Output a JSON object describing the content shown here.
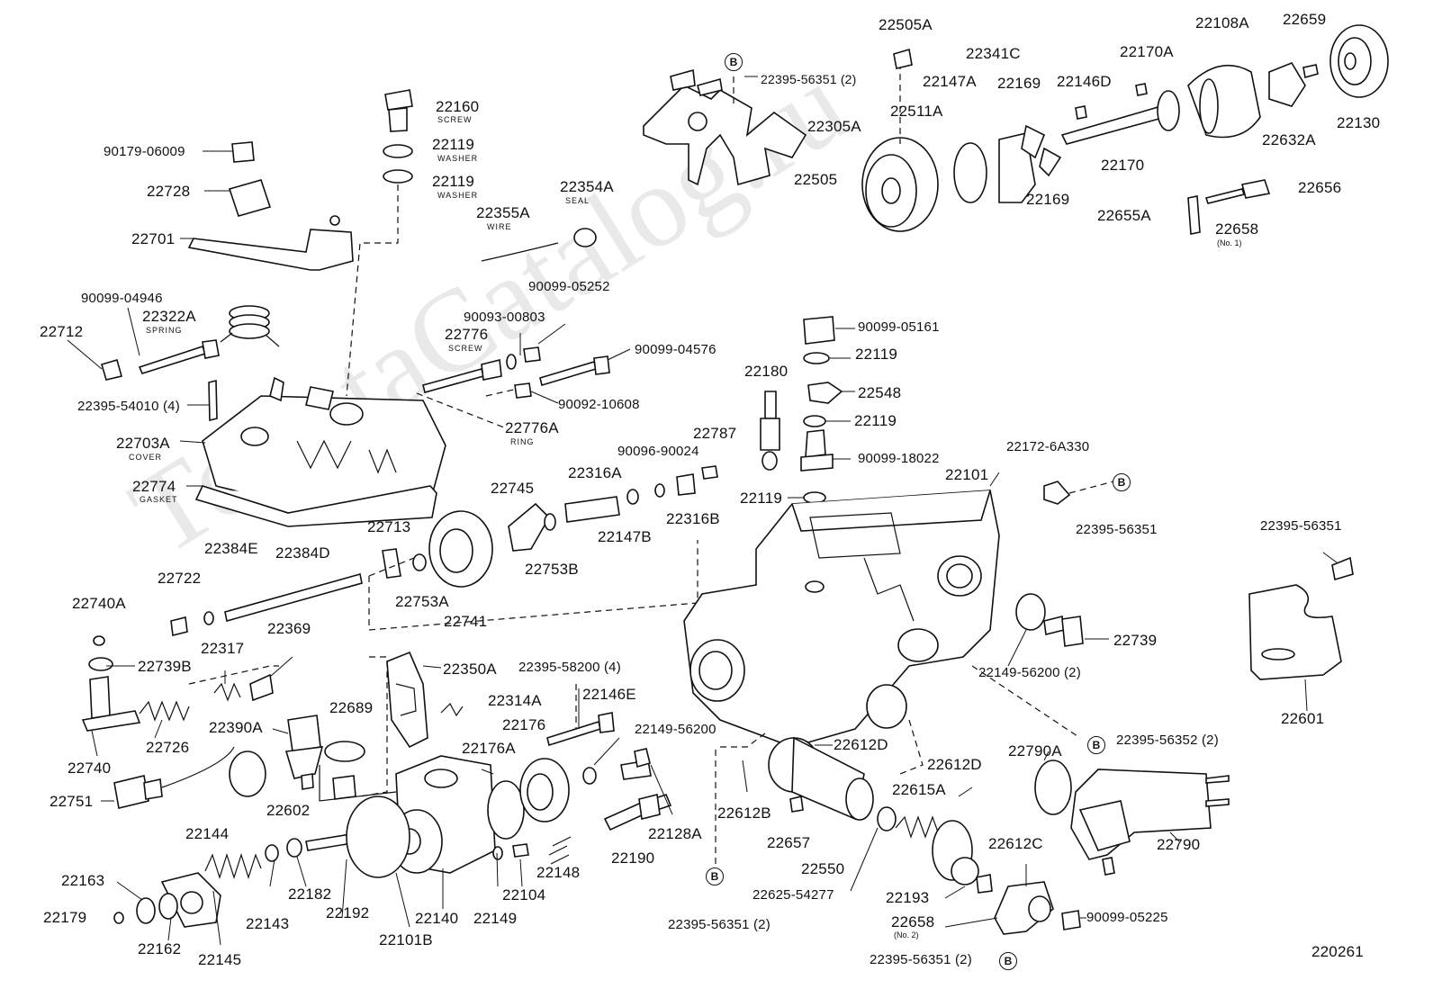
{
  "watermark": "ToyotaCatalog.ru",
  "figure_number": "220261",
  "marker": "B",
  "labels": {
    "l22505A": "22505A",
    "l22341C": "22341C",
    "l22108A": "22108A",
    "l22659": "22659",
    "l22395_56351_2_top": "22395-56351 (2)",
    "l22147A": "22147A",
    "l22169a": "22169",
    "l22146D": "22146D",
    "l22170A": "22170A",
    "l22305A": "22305A",
    "l22511A": "22511A",
    "l22130": "22130",
    "l22632A": "22632A",
    "l22505": "22505",
    "l22170": "22170",
    "l22169b": "22169",
    "l22656": "22656",
    "l22655A": "22655A",
    "l22658_1": "22658",
    "l22160": "22160",
    "l22119a": "22119",
    "l22119b": "22119",
    "l90179_06009": "90179-06009",
    "l22728": "22728",
    "l22354A": "22354A",
    "l22355A": "22355A",
    "l22701": "22701",
    "l90099_05252": "90099-05252",
    "l90099_04946": "90099-04946",
    "l22322A": "22322A",
    "l90093_00803": "90093-00803",
    "l22712": "22712",
    "l22776": "22776",
    "l90099_04576": "90099-04576",
    "l90099_05161": "90099-05161",
    "l22119c": "22119",
    "l22395_54010_4": "22395-54010 (4)",
    "l90092_10608": "90092-10608",
    "l22180": "22180",
    "l22548": "22548",
    "l22776A": "22776A",
    "l22119d": "22119",
    "l22703A": "22703A",
    "l22787": "22787",
    "l90096_90024": "90096-90024",
    "l90099_18022": "90099-18022",
    "l22172_6A330": "22172-6A330",
    "l22774": "22774",
    "l22316A": "22316A",
    "l22101": "22101",
    "l22745": "22745",
    "l22119e": "22119",
    "l22316B": "22316B",
    "l22147B": "22147B",
    "l22395_56351_right": "22395-56351",
    "l22713": "22713",
    "l22395_56351_far": "22395-56351",
    "l22384E": "22384E",
    "l22384D": "22384D",
    "l22753B": "22753B",
    "l22722": "22722",
    "l22753A": "22753A",
    "l22741": "22741",
    "l22740A": "22740A",
    "l22739": "22739",
    "l22369": "22369",
    "l22739B": "22739B",
    "l22317": "22317",
    "l22350A": "22350A",
    "l22395_58200_4": "22395-58200 (4)",
    "l22149_56200_2": "22149-56200 (2)",
    "l22146E": "22146E",
    "l22601": "22601",
    "l22314A": "22314A",
    "l22689": "22689",
    "l22390A": "22390A",
    "l22176": "22176",
    "l22149_56200": "22149-56200",
    "l22395_56352_2": "22395-56352 (2)",
    "l22740": "22740",
    "l22726": "22726",
    "l22612D_a": "22612D",
    "l22176A": "22176A",
    "l22790A": "22790A",
    "l22612D_b": "22612D",
    "l22751": "22751",
    "l22612B": "22612B",
    "l22615A": "22615A",
    "l22602": "22602",
    "l22128A": "22128A",
    "l22144": "22144",
    "l22657": "22657",
    "l22612C": "22612C",
    "l22790": "22790",
    "l22190": "22190",
    "l22550": "22550",
    "l22163": "22163",
    "l22148": "22148",
    "l22625_54277": "22625-54277",
    "l22182": "22182",
    "l22104": "22104",
    "l22179": "22179",
    "l22192": "22192",
    "l22140": "22140",
    "l22149": "22149",
    "l22193": "22193",
    "l22143": "22143",
    "l22395_56351_2_bot": "22395-56351 (2)",
    "l22162": "22162",
    "l22101B": "22101B",
    "l22658_2": "22658",
    "l90099_05225": "90099-05225",
    "l22145": "22145",
    "l22395_56351_2_last": "22395-56351 (2)"
  },
  "sublabels": {
    "screw_a": "SCREW",
    "washer_a": "WASHER",
    "washer_b": "WASHER",
    "seal": "SEAL",
    "wire": "WIRE",
    "spring": "SPRING",
    "screw_b": "SCREW",
    "ring": "RING",
    "cover": "COVER",
    "gasket": "GASKET",
    "no1": "(No. 1)",
    "no2": "(No. 2)"
  }
}
